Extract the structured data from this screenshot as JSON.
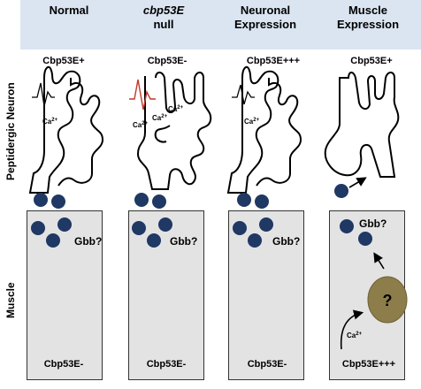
{
  "columns": [
    {
      "head_line1": "Normal",
      "head_line2": "",
      "neuron_genotype": "Cbp53E+",
      "muscle_genotype": "Cbp53E-",
      "gbb_label": "Gbb?"
    },
    {
      "head_line1": "cbp53E",
      "head_line2": "null",
      "neuron_genotype": "Cbp53E-",
      "muscle_genotype": "Cbp53E-",
      "gbb_label": "Gbb?"
    },
    {
      "head_line1": "Neuronal",
      "head_line2": "Expression",
      "neuron_genotype": "Cbp53E+++",
      "muscle_genotype": "Cbp53E-",
      "gbb_label": "Gbb?"
    },
    {
      "head_line1": "Muscle",
      "head_line2": "Expression",
      "neuron_genotype": "Cbp53E+",
      "muscle_genotype": "Cbp53E+++",
      "gbb_label": "Gbb?"
    }
  ],
  "row_labels": {
    "neuron": "Peptidergic Neuron",
    "muscle": "Muscle"
  },
  "calcium_label": "Ca",
  "calcium_superscript": "2+",
  "unknown_factor": "?",
  "colors": {
    "header_band": "#dbe5f1",
    "vesicle": "#1f3864",
    "muscle_fill": "#e3e3e3",
    "unknown_factor_fill": "#8c7d4a",
    "spike_normal": "#000000",
    "spike_null": "#c0392b"
  }
}
